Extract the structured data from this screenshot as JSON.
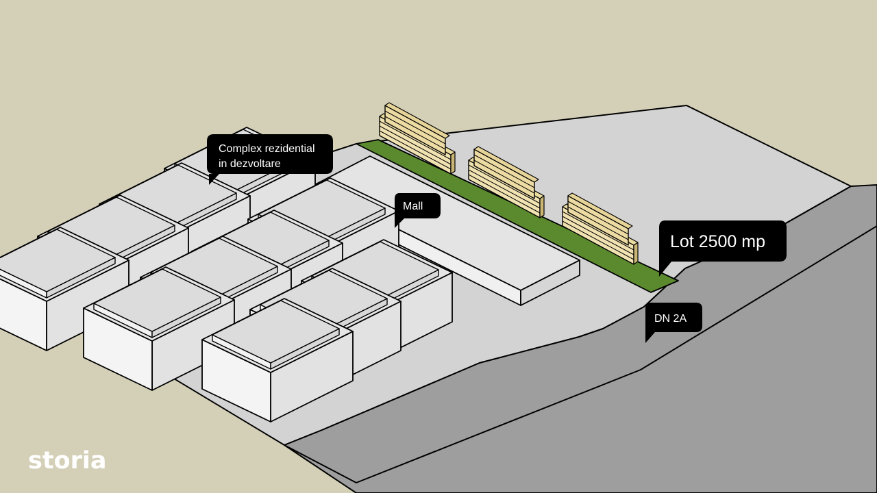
{
  "colors": {
    "background": "#d4d0b8",
    "ground": "#d3d3d3",
    "road": "#9e9e9e",
    "lot": "#5b8a2e",
    "residential_building": "#ededed",
    "stacked_building": "#e8d8a0",
    "callout": "#000000",
    "callout_text": "#ffffff"
  },
  "labels": {
    "residential_complex_line1": "Complex rezidential",
    "residential_complex_line2": "in dezvoltare",
    "mall": "Mall",
    "lot": "Lot 2500 mp",
    "road": "DN 2A"
  },
  "logo": {
    "text": "storia"
  }
}
